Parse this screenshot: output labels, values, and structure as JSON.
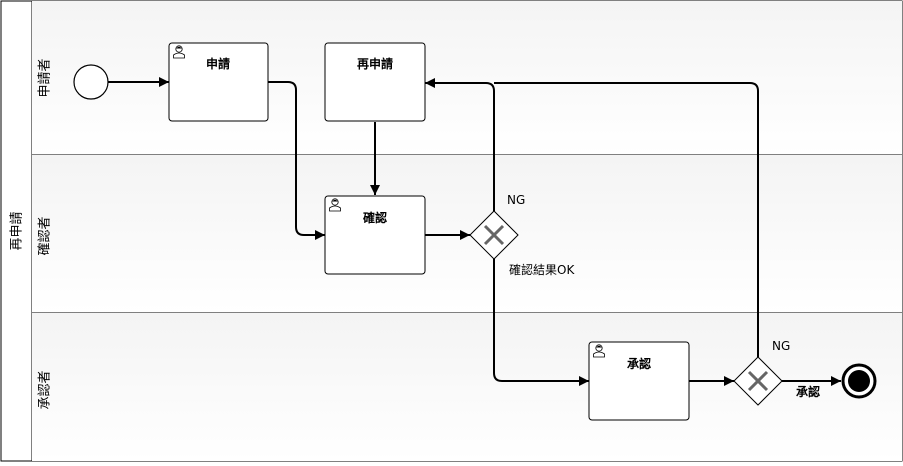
{
  "pool": {
    "label": "再申請"
  },
  "lanes": [
    {
      "label": "申請者"
    },
    {
      "label": "確認者"
    },
    {
      "label": "承認者"
    }
  ],
  "tasks": {
    "apply": {
      "label": "申請"
    },
    "reapply": {
      "label": "再申請"
    },
    "check": {
      "label": "確認"
    },
    "approve": {
      "label": "承認"
    }
  },
  "flows": {
    "check_ng": "NG",
    "check_ok": "確認結果OK",
    "approve_ng": "NG",
    "approve_label": "承認"
  },
  "colors": {
    "lane_bg": "#f8f8f8",
    "stroke": "#000000",
    "gateway_x": "#666666"
  }
}
